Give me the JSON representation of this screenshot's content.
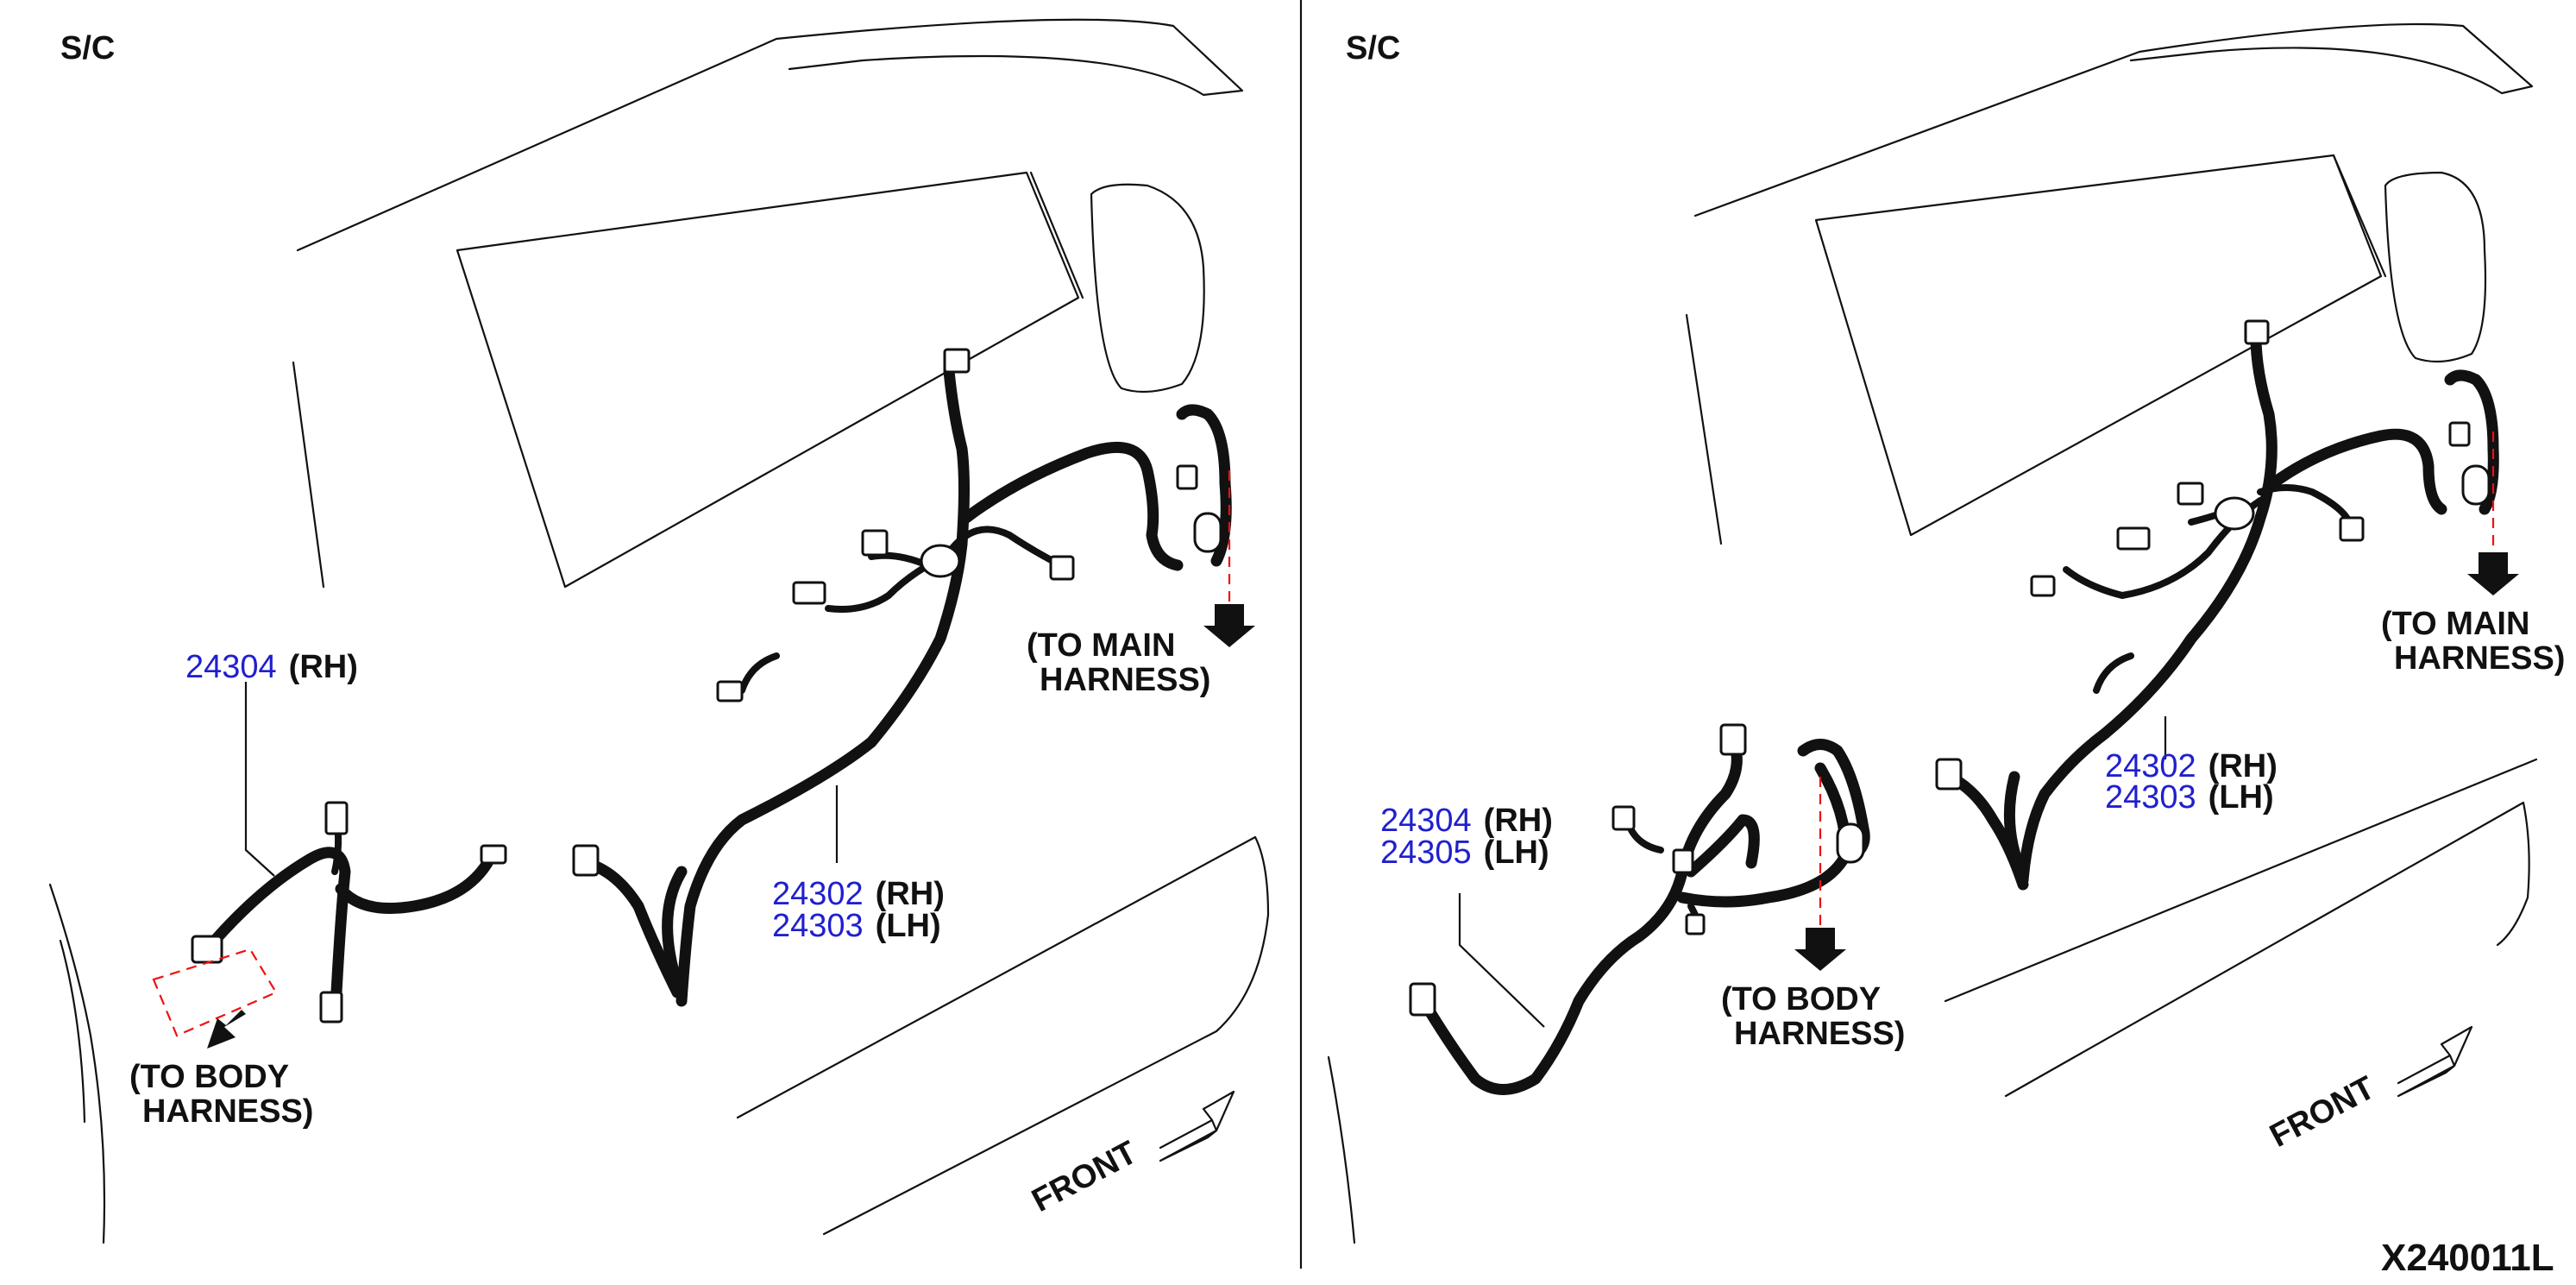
{
  "panels": [
    {
      "corner_label": "S/C",
      "main_part": {
        "number_rh": "24302",
        "side_rh": "(RH)",
        "number_lh": "24303",
        "side_lh": "(LH)"
      },
      "sub_part": {
        "number_rh": "24304",
        "side_rh": "(RH)"
      },
      "to_main": {
        "line1": "(TO MAIN",
        "line2": "HARNESS)"
      },
      "to_body": {
        "line1": "(TO BODY",
        "line2": "HARNESS)"
      },
      "front": "FRONT"
    },
    {
      "corner_label": "S/C",
      "main_part": {
        "number_rh": "24302",
        "side_rh": "(RH)",
        "number_lh": "24303",
        "side_lh": "(LH)"
      },
      "sub_part": {
        "number_rh": "24304",
        "side_rh": "(RH)",
        "number_lh": "24305",
        "side_lh": "(LH)"
      },
      "to_main": {
        "line1": "(TO MAIN",
        "line2": "HARNESS)"
      },
      "to_body": {
        "line1": "(TO BODY",
        "line2": "HARNESS)"
      },
      "front": "FRONT"
    }
  ],
  "diagram_code": "X240011L",
  "colors": {
    "part_number": "#1f1fcf",
    "dashed_guide": "#e11111",
    "line": "#111111"
  }
}
